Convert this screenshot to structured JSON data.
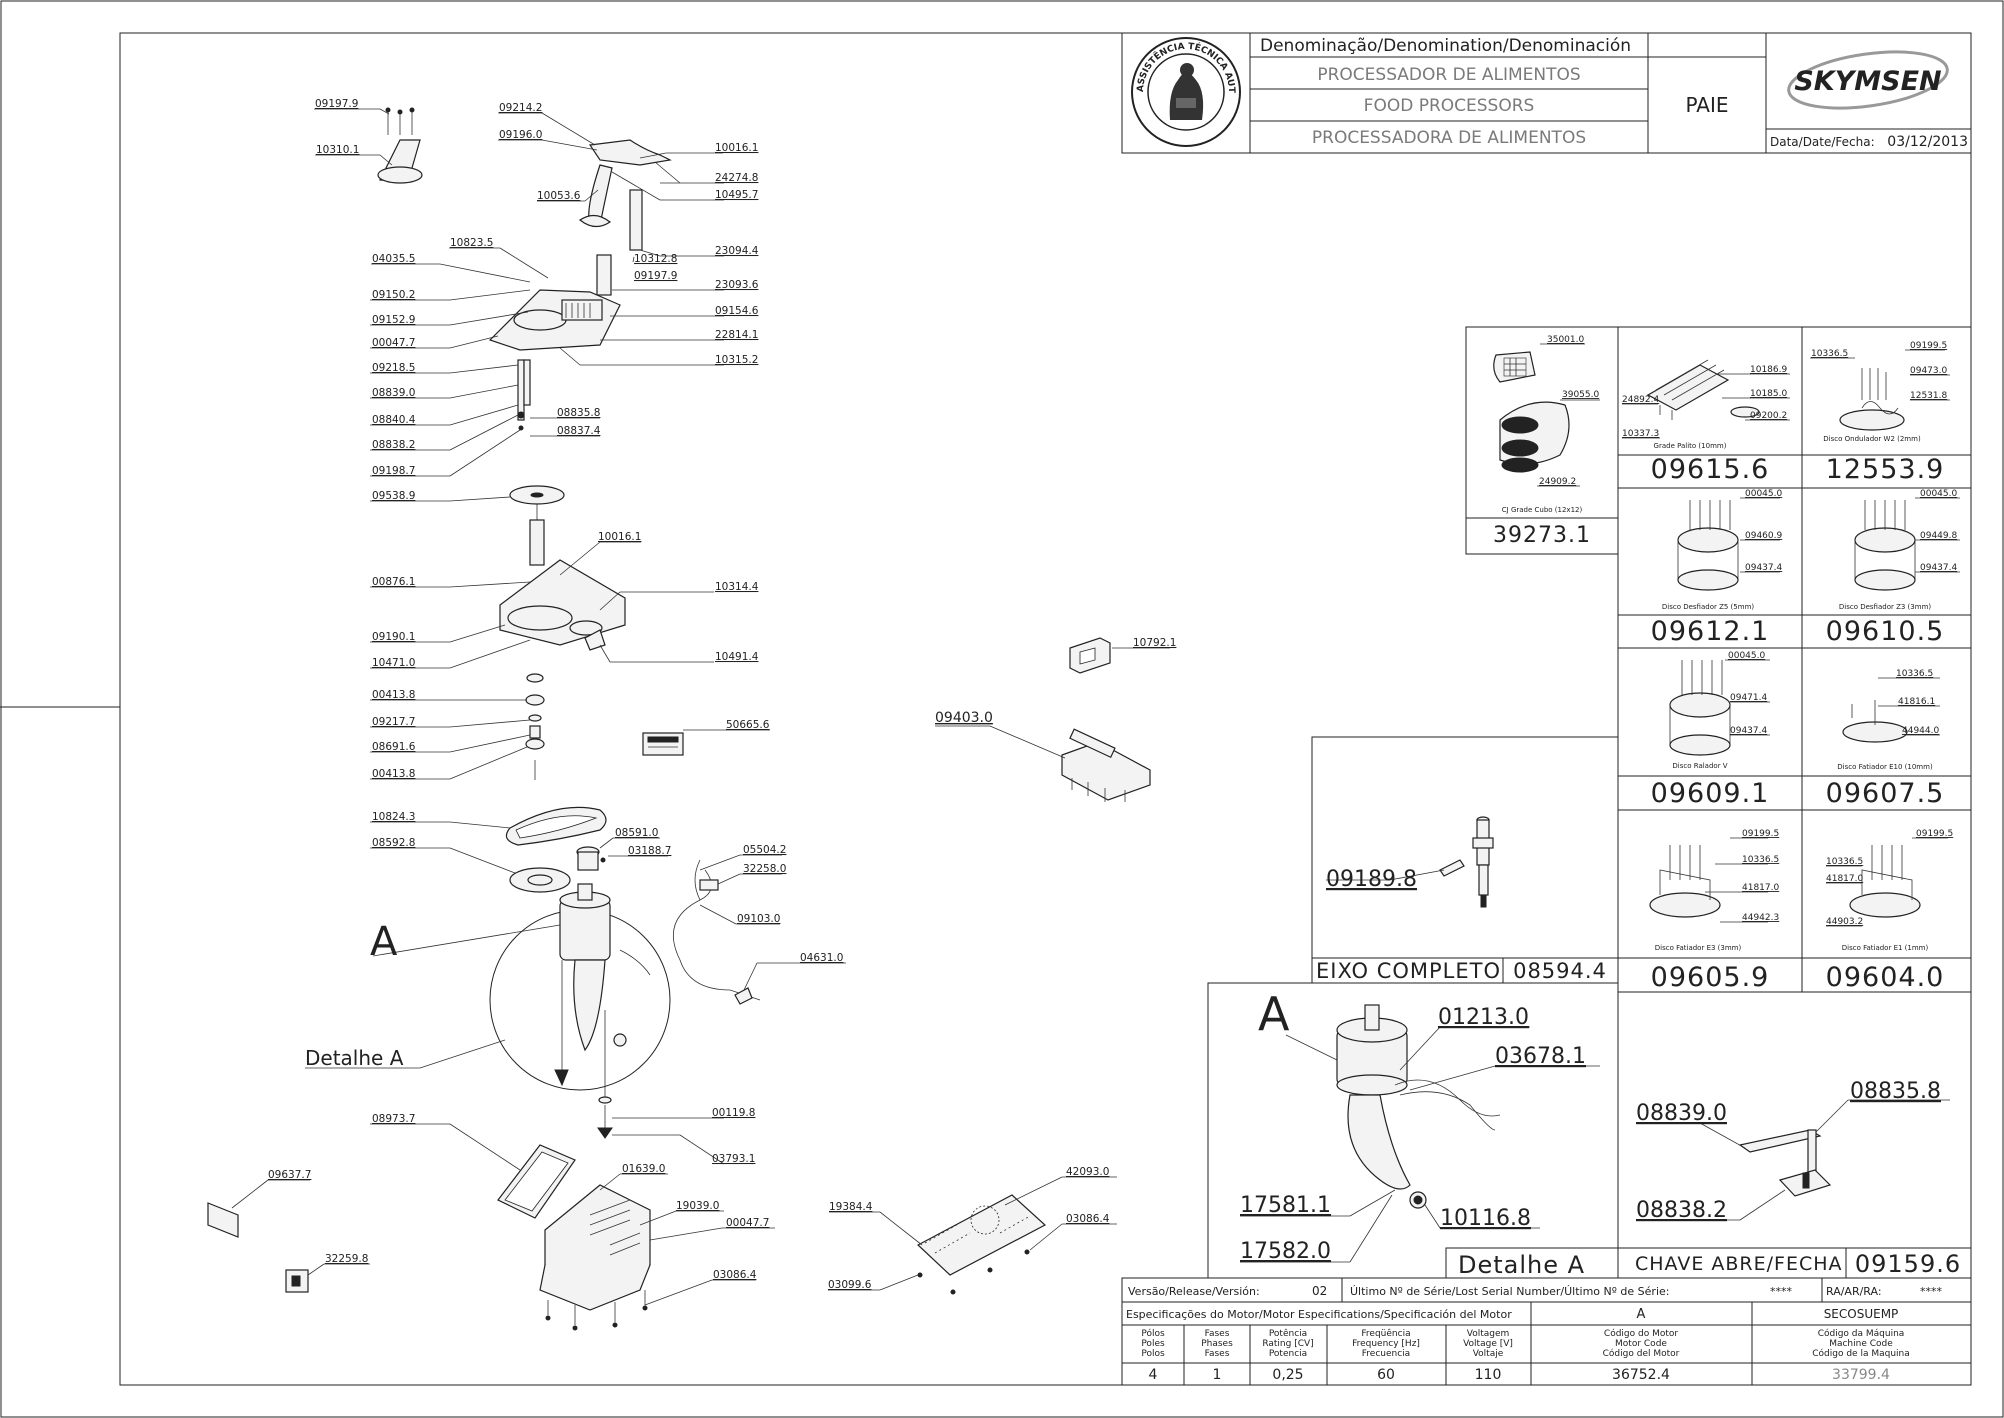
{
  "title_block": {
    "denomination_header": "Denominação/Denomination/Denominación",
    "name_pt": "PROCESSADOR DE ALIMENTOS",
    "name_en": "FOOD PROCESSORS",
    "name_es": "PROCESSADORA DE ALIMENTOS",
    "code": "PAIE",
    "brand": "SKYMSEN",
    "date_label": "Data/Date/Fecha:",
    "date_value": "03/12/2013",
    "seal_text": "ASSISTÊNCIA TÉCNICA AUTORIZADA"
  },
  "exploded_labels": {
    "l09197_9": "09197.9",
    "l10310_1": "10310.1",
    "l09214_2": "09214.2",
    "l09196_0": "09196.0",
    "l10016_1a": "10016.1",
    "l24274_8": "24274.8",
    "l10053_6": "10053.6",
    "l10495_7": "10495.7",
    "l10823_5": "10823.5",
    "l23094_4": "23094.4",
    "l04035_5": "04035.5",
    "l10312_8": "10312.8",
    "l09197_9b": "09197.9",
    "l23093_6": "23093.6",
    "l09150_2": "09150.2",
    "l09154_6": "09154.6",
    "l09152_9": "09152.9",
    "l22814_1": "22814.1",
    "l00047_7": "00047.7",
    "l10315_2": "10315.2",
    "l09218_5": "09218.5",
    "l08839_0": "08839.0",
    "l08835_8": "08835.8",
    "l08840_4": "08840.4",
    "l08837_4": "08837.4",
    "l08838_2": "08838.2",
    "l09198_7": "09198.7",
    "l09538_9": "09538.9",
    "l10016_1b": "10016.1",
    "l00876_1": "00876.1",
    "l10314_4": "10314.4",
    "l09190_1": "09190.1",
    "l10471_0": "10471.0",
    "l10491_4": "10491.4",
    "l00413_8a": "00413.8",
    "l09217_7": "09217.7",
    "l50665_6": "50665.6",
    "l08691_6": "08691.6",
    "l00413_8b": "00413.8",
    "l10824_3": "10824.3",
    "l08591_0": "08591.0",
    "l08592_8": "08592.8",
    "l03188_7": "03188.7",
    "l05504_2": "05504.2",
    "l32258_0": "32258.0",
    "l09103_0": "09103.0",
    "l04631_0": "04631.0",
    "detail_a_letter": "A",
    "detail_a_caption": "Detalhe A",
    "l00119_8": "00119.8",
    "l03793_1": "03793.1",
    "l08973_7": "08973.7",
    "l01639_0": "01639.0",
    "l19039_0": "19039.0",
    "l00047_7b": "00047.7",
    "l09637_7": "09637.7",
    "l32259_8": "32259.8",
    "l03086_4a": "03086.4",
    "l10792_1": "10792.1",
    "l09403_0": "09403.0",
    "l19384_4": "19384.4",
    "l42093_0": "42093.0",
    "l03086_4b": "03086.4",
    "l03099_6": "03099.6"
  },
  "accessories": {
    "cube": {
      "l35001": "35001.0",
      "l39055": "39055.0",
      "l24909": "24909.2",
      "caption": "CJ Grade Cubo (12x12)",
      "code": "39273.1"
    },
    "stick": {
      "l10186_9": "10186.9",
      "l24892": "24892.4",
      "l10185": "10185.0",
      "l09200": "09200.2",
      "l10337": "10337.3",
      "caption": "Grade Palito (10mm)",
      "code": "09615.6"
    },
    "wave": {
      "l10336": "10336.5",
      "l09199": "09199.5",
      "l09473": "09473.0",
      "l12531": "12531.8",
      "caption": "Disco Ondulador W2 (2mm)",
      "code": "12553.9"
    },
    "z5": {
      "l00045": "00045.0",
      "l09460": "09460.9",
      "l09437": "09437.4",
      "caption": "Disco Desfiador Z5 (5mm)",
      "code": "09612.1"
    },
    "z3": {
      "l00045": "00045.0",
      "l09449": "09449.8",
      "l09437": "09437.4",
      "caption": "Disco Desfiador Z3 (3mm)",
      "code": "09610.5"
    },
    "grater": {
      "l00045": "00045.0",
      "l09471": "09471.4",
      "l09437": "09437.4",
      "caption": "Disco Ralador  V",
      "code": "09609.1"
    },
    "e10": {
      "l10336": "10336.5",
      "l41816": "41816.1",
      "l44944": "44944.0",
      "caption": "Disco Fatiador E10 (10mm)",
      "code": "09607.5"
    },
    "e3": {
      "l09199": "09199.5",
      "l10336": "10336.5",
      "l41817": "41817.0",
      "l44942": "44942.3",
      "caption": "Disco Fatiador E3 (3mm)",
      "code": "09605.9"
    },
    "e1": {
      "l09199": "09199.5",
      "l10336": "10336.5",
      "l41817": "41817.0",
      "l44903": "44903.2",
      "caption": "Disco Fatiador E1 (1mm)",
      "code": "09604.0"
    }
  },
  "shaft": {
    "part": "09189.8",
    "caption": "EIXO  COMPLETO",
    "code": "08594.4"
  },
  "detail_box": {
    "letter": "A",
    "l01213": "01213.0",
    "l03678": "03678.1",
    "l17581": "17581.1",
    "l17582": "17582.0",
    "l10116": "10116.8",
    "caption": "Detalhe  A"
  },
  "switch_box": {
    "l08839": "08839.0",
    "l08835": "08835.8",
    "l08838": "08838.2",
    "caption": "CHAVE ABRE/FECHA",
    "code": "09159.6"
  },
  "version_row": {
    "version_label": "Versão/Release/Versión:",
    "version_value": "02",
    "serial_label": "Último Nº de Série/Lost Serial Number/Último Nº de Série:",
    "serial_value": "****",
    "ra_label": "RA/AR/RA:",
    "ra_value": "****"
  },
  "motor_spec": {
    "header": "Especificações do Motor/Motor Especifications/Specificación del Motor",
    "col_a": "A",
    "col_machine": "SECOSUEMP",
    "columns": [
      {
        "lines": [
          "Pólos",
          "Poles",
          "Polos"
        ],
        "value": "4"
      },
      {
        "lines": [
          "Fases",
          "Phases",
          "Fases"
        ],
        "value": "1"
      },
      {
        "lines": [
          "Potência",
          "Rating [CV]",
          "Potencia"
        ],
        "value": "0,25"
      },
      {
        "lines": [
          "Freqüência",
          "Frequency [Hz]",
          "Frecuencia"
        ],
        "value": "60"
      },
      {
        "lines": [
          "Voltagem",
          "Voltage [V]",
          "Voltaje"
        ],
        "value": "110"
      },
      {
        "lines": [
          "Código do Motor",
          "Motor Code",
          "Código del Motor"
        ],
        "value": "36752.4"
      },
      {
        "lines": [
          "Código da Máquina",
          "Machine Code",
          "Código de la Maquina"
        ],
        "value": "33799.4"
      }
    ]
  }
}
